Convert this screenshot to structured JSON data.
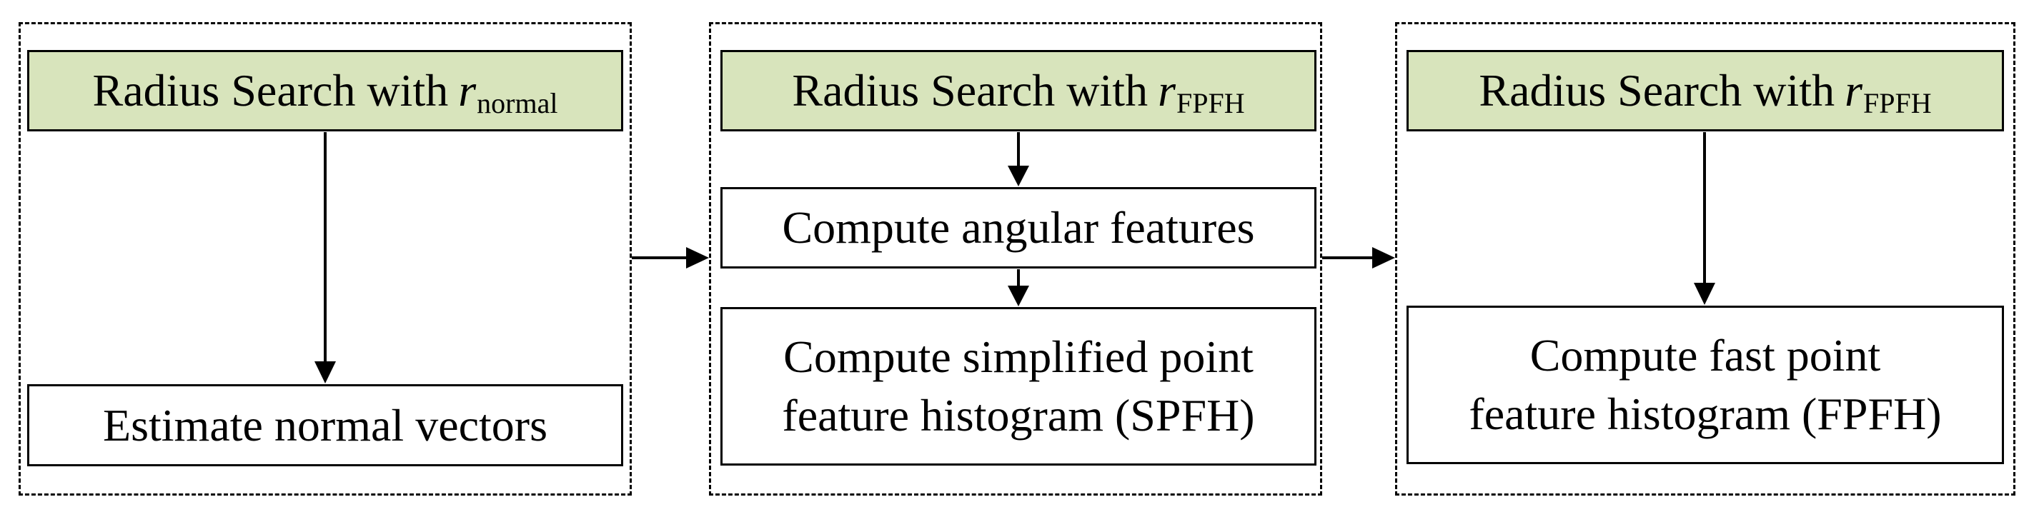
{
  "panels": [
    {
      "search_label": "Radius Search with",
      "radius_symbol": "r",
      "radius_subscript": "normal",
      "steps": [
        {
          "lines": [
            "Estimate normal vectors"
          ]
        }
      ]
    },
    {
      "search_label": "Radius Search with",
      "radius_symbol": "r",
      "radius_subscript": "FPFH",
      "steps": [
        {
          "lines": [
            "Compute angular features"
          ]
        },
        {
          "lines": [
            "Compute simplified point",
            "feature histogram (SPFH)"
          ]
        }
      ]
    },
    {
      "search_label": "Radius Search with",
      "radius_symbol": "r",
      "radius_subscript": "FPFH",
      "steps": [
        {
          "lines": [
            "Compute fast point",
            "feature histogram (FPFH)"
          ]
        }
      ]
    }
  ],
  "colors": {
    "header_fill": "#d8e4bc",
    "stroke": "#000000",
    "background": "#ffffff"
  }
}
